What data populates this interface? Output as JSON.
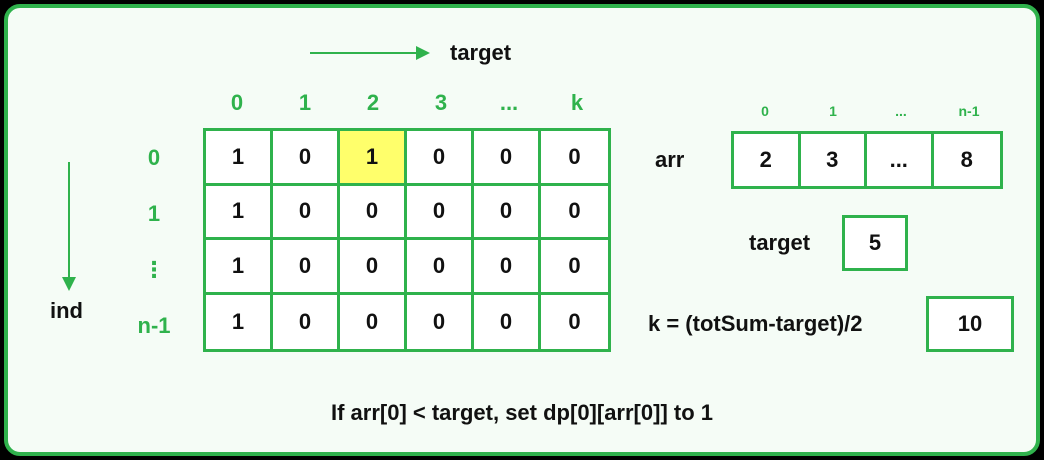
{
  "header": {
    "target_label": "target"
  },
  "dp": {
    "col_labels": [
      "0",
      "1",
      "2",
      "3",
      "...",
      "k"
    ],
    "row_labels": [
      "0",
      "1",
      "⋮",
      "n-1"
    ],
    "ind_label": "ind",
    "rows": [
      [
        "1",
        "0",
        "1",
        "0",
        "0",
        "0"
      ],
      [
        "1",
        "0",
        "0",
        "0",
        "0",
        "0"
      ],
      [
        "1",
        "0",
        "0",
        "0",
        "0",
        "0"
      ],
      [
        "1",
        "0",
        "0",
        "0",
        "0",
        "0"
      ]
    ],
    "highlight_cell": {
      "row": 0,
      "col": 2
    }
  },
  "arr": {
    "label": "arr",
    "indices": [
      "0",
      "1",
      "...",
      "n-1"
    ],
    "values": [
      "2",
      "3",
      "...",
      "8"
    ]
  },
  "target": {
    "label": "target",
    "value": "5"
  },
  "k": {
    "label": "k = (totSum-target)/2",
    "value": "10"
  },
  "caption": "If arr[0] < target, set dp[0][arr[0]] to 1",
  "colors": {
    "accent": "#2fb24c",
    "highlight": "#ffff6b",
    "background": "#f5fcf6"
  }
}
